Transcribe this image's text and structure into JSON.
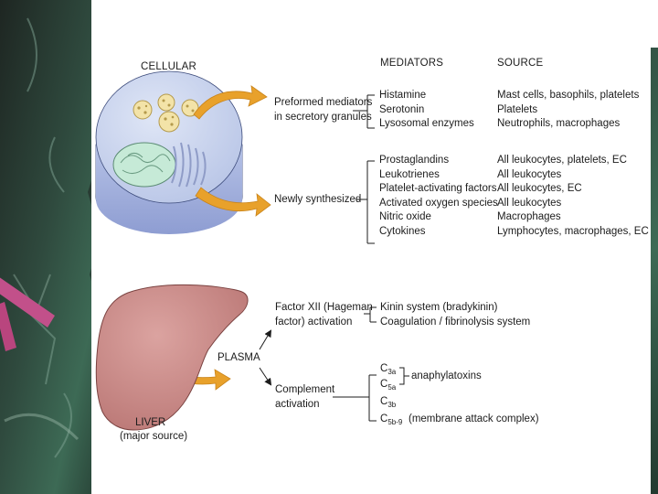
{
  "headers": {
    "cellular": "CELLULAR",
    "mediators": "MEDIATORS",
    "source": "SOURCE"
  },
  "preformed": {
    "label_line1": "Preformed mediators",
    "label_line2": "in secretory granules",
    "mediators": [
      "Histamine",
      "Serotonin",
      "Lysosomal enzymes"
    ],
    "sources": [
      "Mast cells, basophils, platelets",
      "Platelets",
      "Neutrophils, macrophages"
    ]
  },
  "newly": {
    "label": "Newly synthesized",
    "mediators": [
      "Prostaglandins",
      "Leukotrienes",
      "Platelet-activating factors",
      "Activated oxygen species",
      "Nitric oxide",
      "Cytokines"
    ],
    "sources": [
      "All leukocytes, platelets, EC",
      "All leukocytes",
      "All leukocytes, EC",
      "All leukocytes",
      "Macrophages",
      "Lymphocytes, macrophages, EC"
    ]
  },
  "plasma": {
    "label": "PLASMA",
    "factor_line1": "Factor XII (Hageman",
    "factor_line2": "factor) activation",
    "factor_items": [
      "Kinin system (bradykinin)",
      "Coagulation / fibrinolysis system"
    ],
    "complement_line1": "Complement",
    "complement_line2": "activation",
    "c3a_base": "C",
    "c3a_sub": "3a",
    "c5a_base": "C",
    "c5a_sub": "5a",
    "c3b_base": "C",
    "c3b_sub": "3b",
    "c5b9_base": "C",
    "c5b9_sub": "5b-9",
    "anaphylatoxins": "anaphylatoxins",
    "mac": "(membrane attack complex)"
  },
  "liver": {
    "line1": "LIVER",
    "line2": "(major source)"
  },
  "colors": {
    "cell_top": "#c9d3ec",
    "cell_side": "#a9b6e0",
    "granule": "#f3e3a8",
    "nucleus": "#c6ead7",
    "liver": "#c98583",
    "arrow": "#e8a12b",
    "chalkboard": "#22382e"
  }
}
